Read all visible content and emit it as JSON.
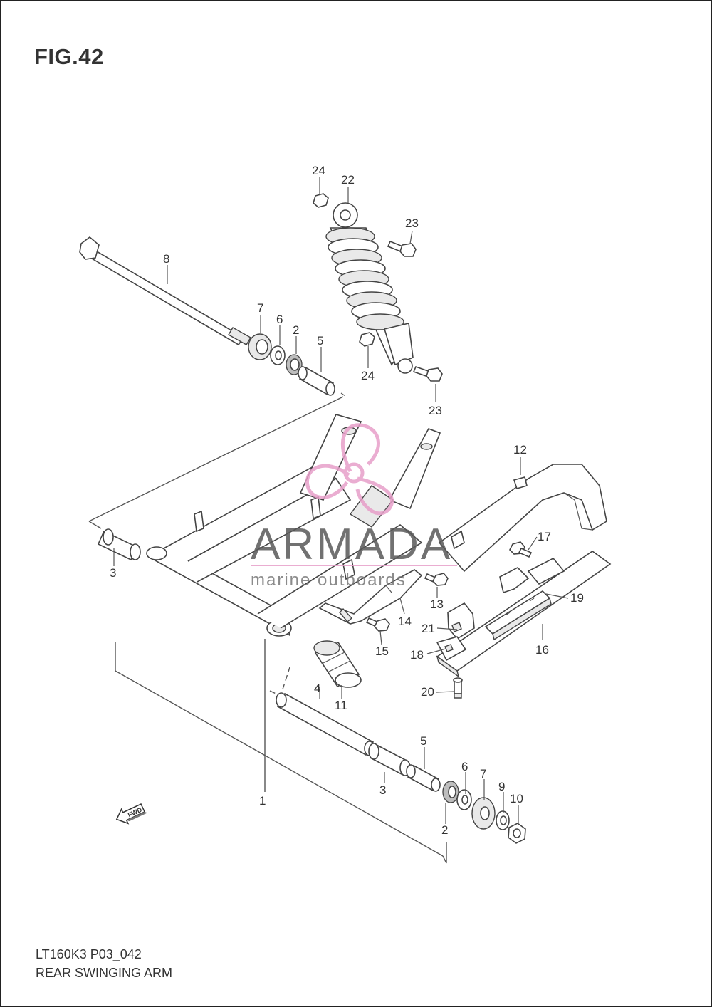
{
  "figure": {
    "title": "FIG.42"
  },
  "footer": {
    "model_code": "LT160K3 P03_042",
    "description": "REAR SWINGING ARM"
  },
  "watermark": {
    "brand": "ARMADA",
    "tagline": "marine outboards",
    "logo_color": "#e79fc9"
  },
  "direction_badge": {
    "text": "FWD"
  },
  "callouts": {
    "c1": "1",
    "c2a": "2",
    "c2b": "2",
    "c3a": "3",
    "c3b": "3",
    "c4": "4",
    "c5a": "5",
    "c5b": "5",
    "c6a": "6",
    "c6b": "6",
    "c7a": "7",
    "c7b": "7",
    "c8": "8",
    "c9": "9",
    "c10": "10",
    "c11": "11",
    "c12": "12",
    "c13": "13",
    "c14": "14",
    "c15": "15",
    "c16": "16",
    "c17": "17",
    "c18": "18",
    "c19": "19",
    "c20": "20",
    "c21": "21",
    "c22": "22",
    "c23a": "23",
    "c23b": "23",
    "c24a": "24",
    "c24b": "24"
  }
}
